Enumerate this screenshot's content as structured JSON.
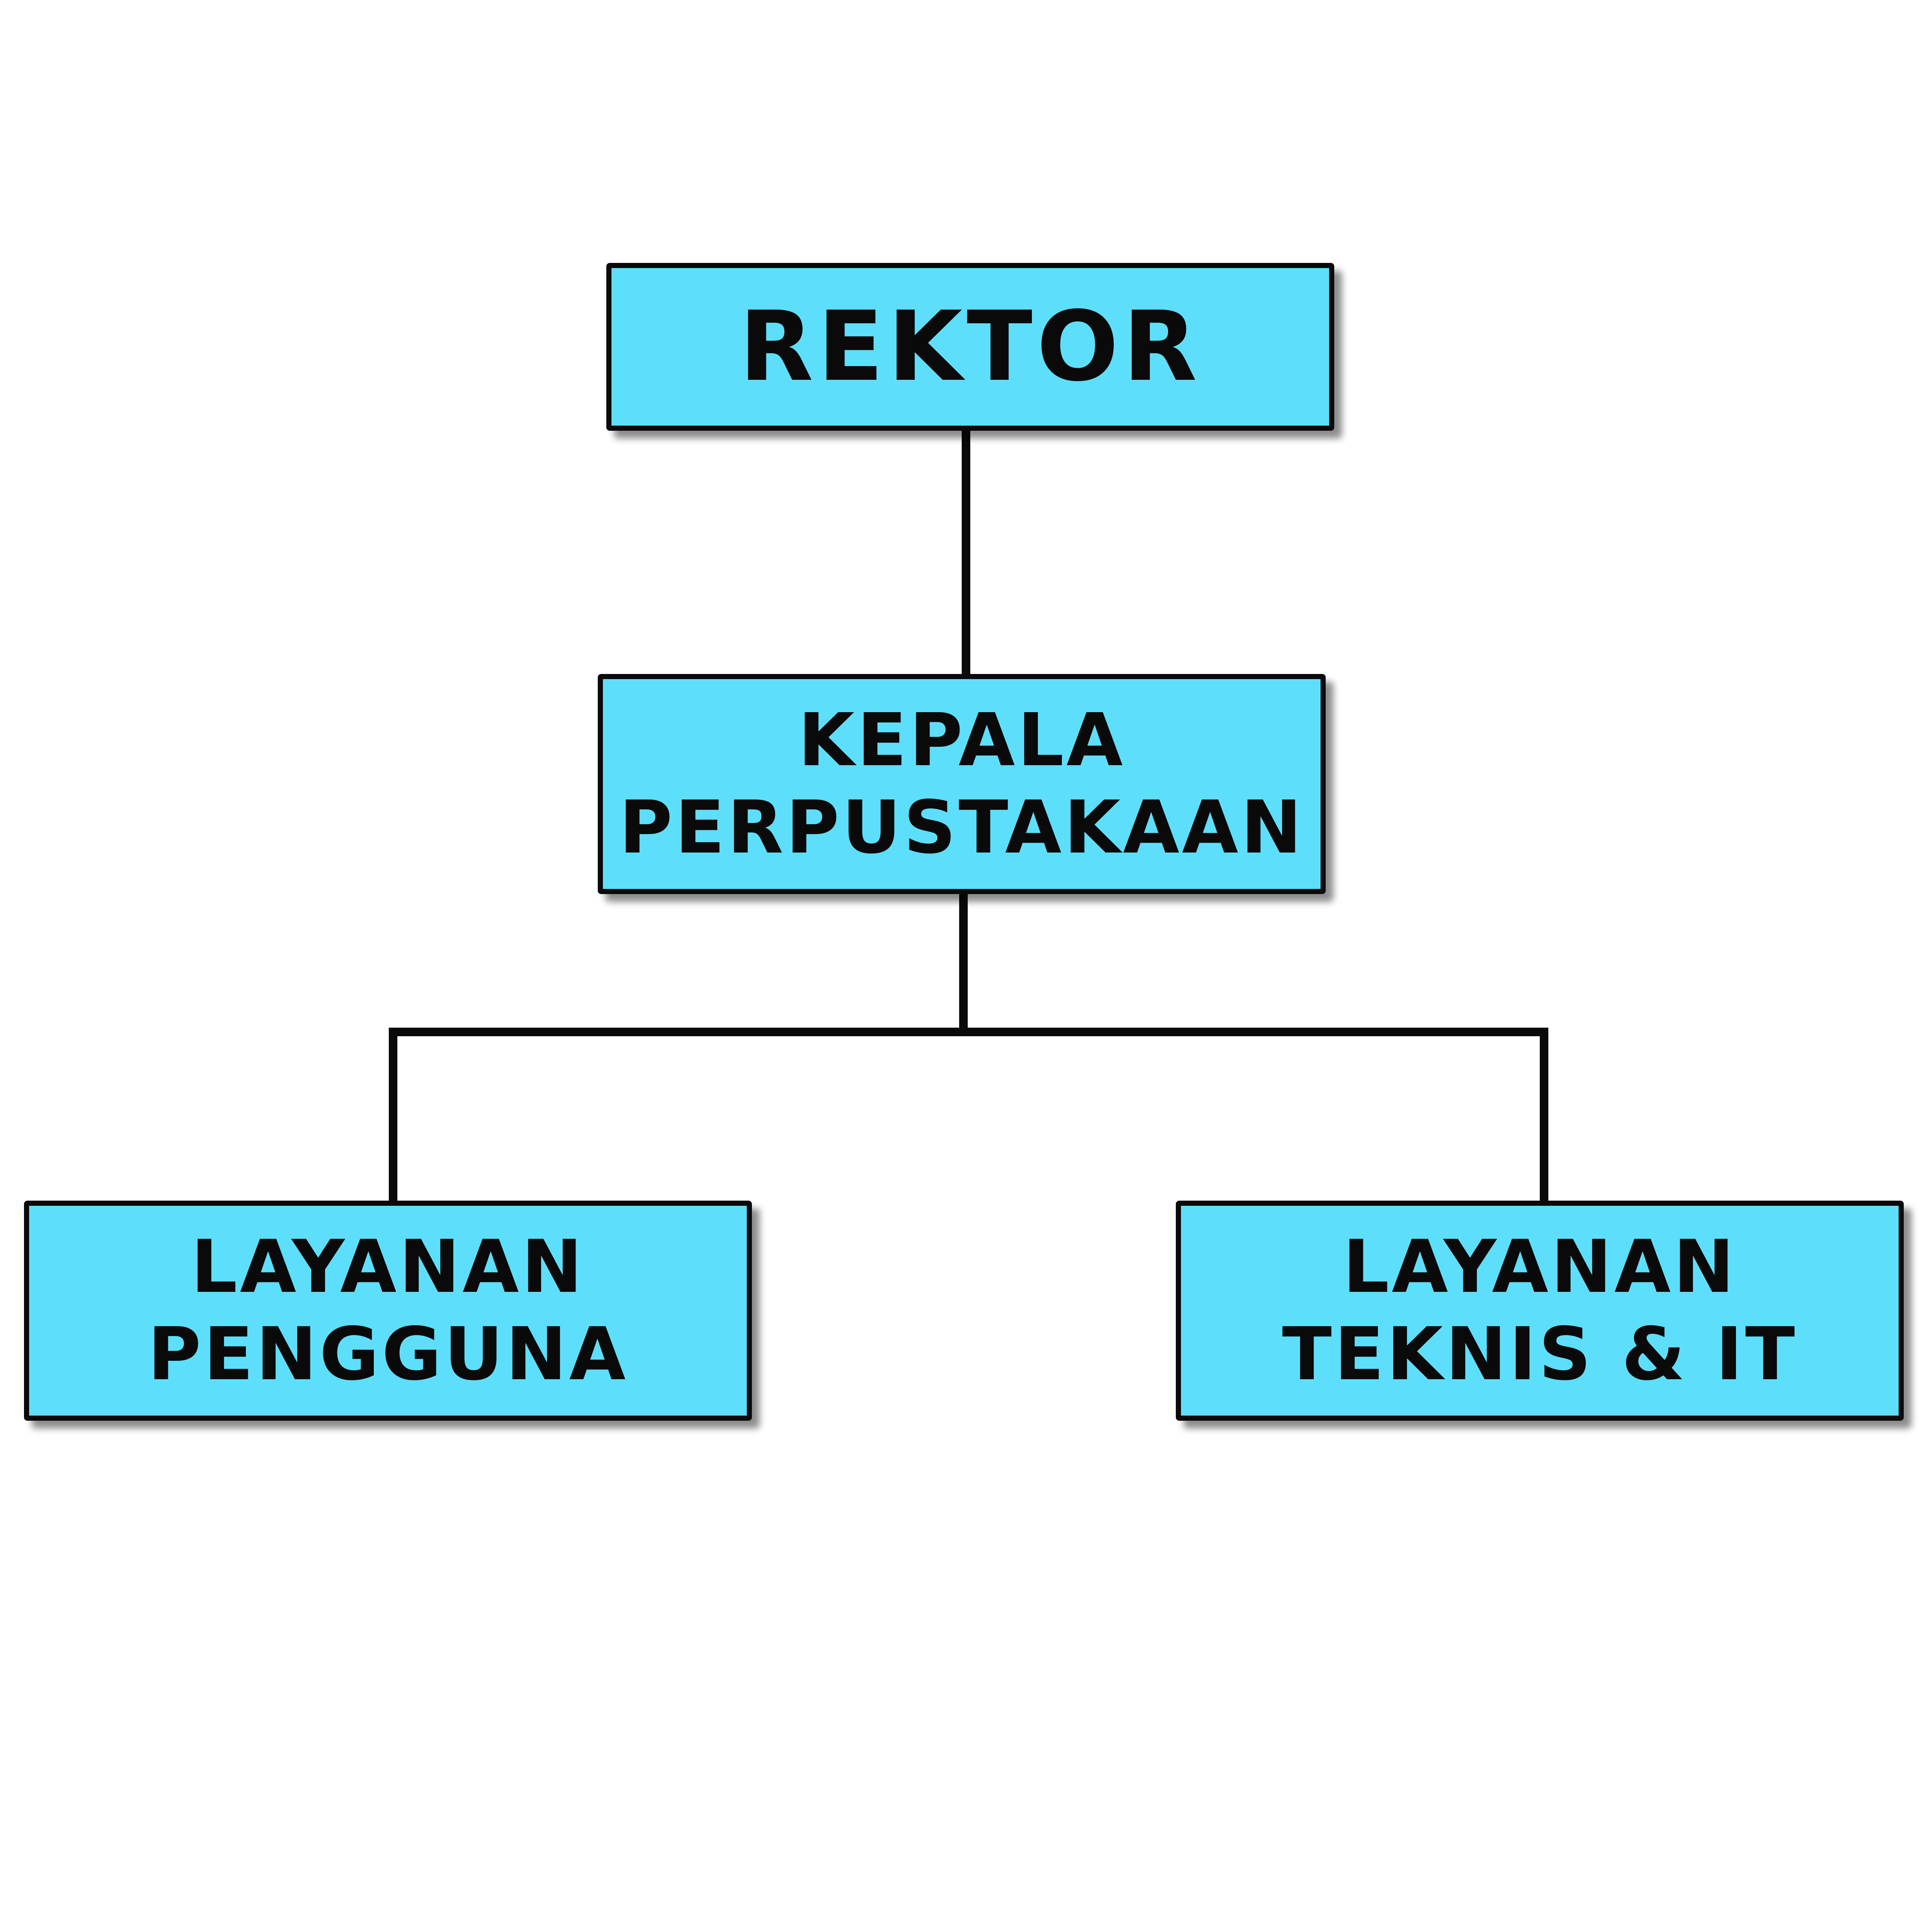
{
  "colors": {
    "box_fill": "#5ddffc",
    "border": "#0a0a0a",
    "background": "#ffffff"
  },
  "nodes": {
    "rektor": {
      "lines": [
        "REKTOR"
      ]
    },
    "kepala": {
      "lines": [
        "KEPALA",
        "PERPUSTAKAAN"
      ]
    },
    "pengguna": {
      "lines": [
        "LAYANAN",
        "PENGGUNA"
      ]
    },
    "teknis": {
      "lines": [
        "LAYANAN",
        "TEKNIS & IT"
      ]
    }
  }
}
